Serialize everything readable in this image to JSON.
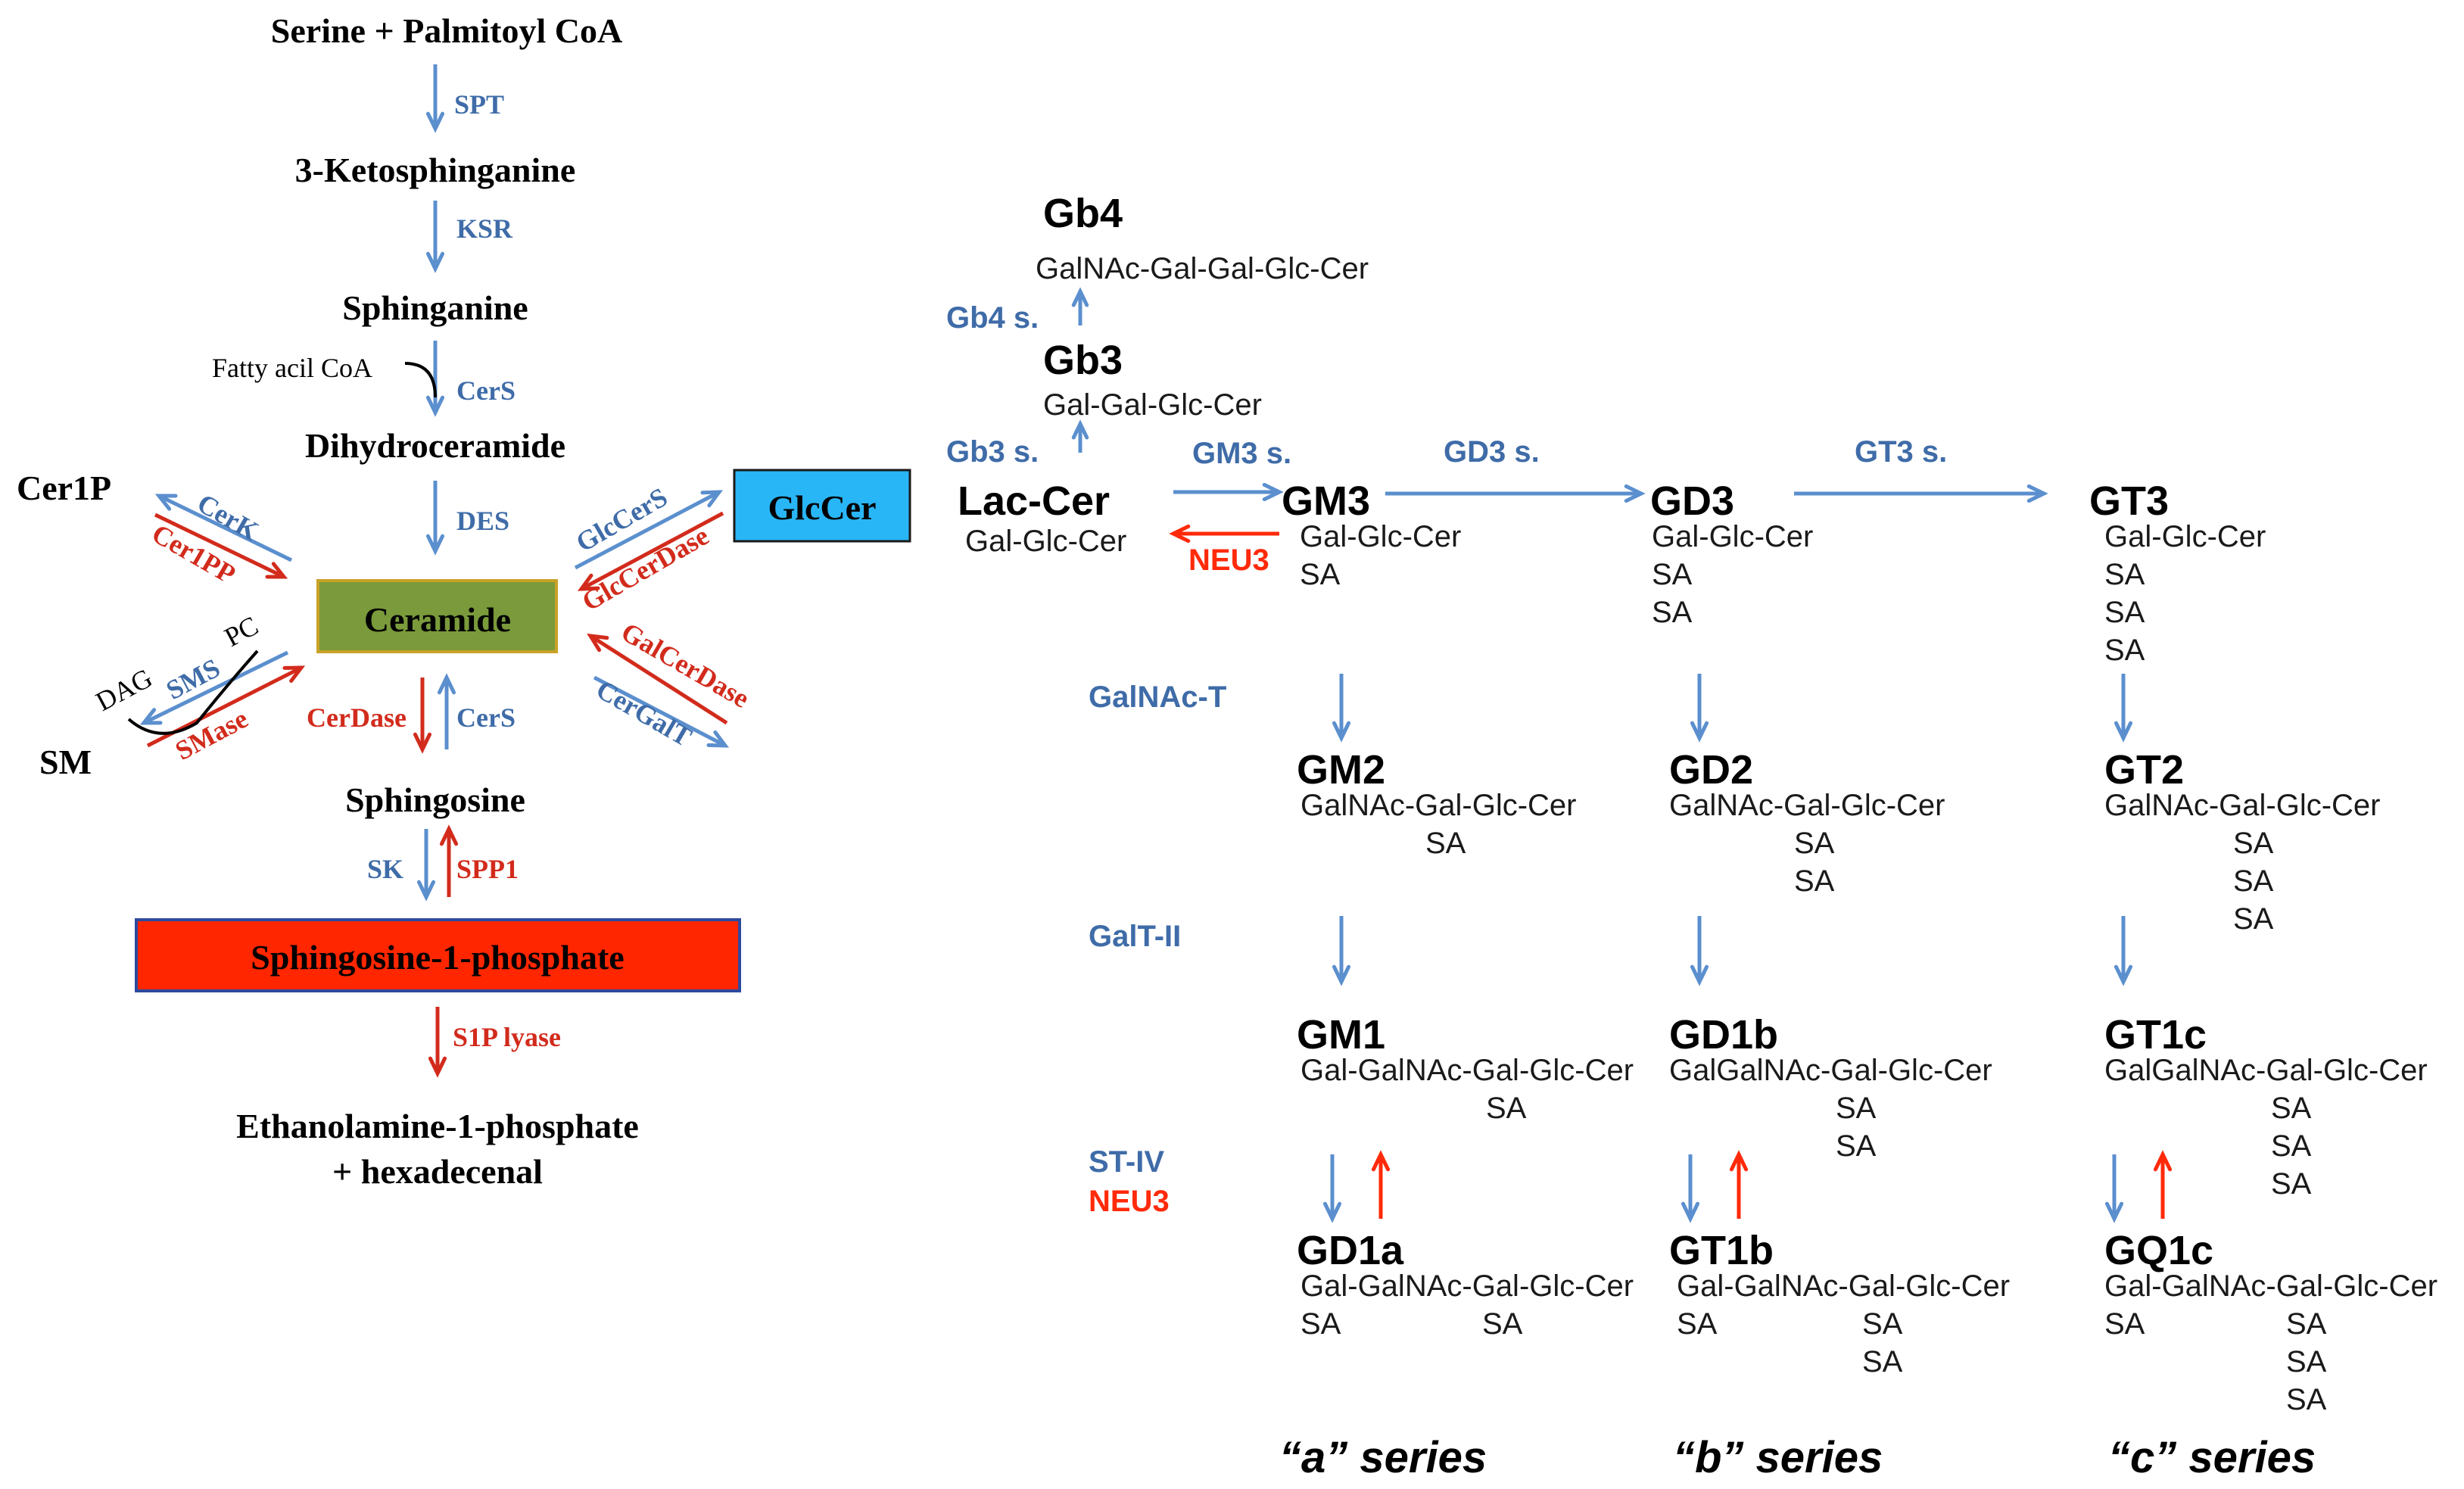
{
  "colors": {
    "pathway_blue": "#5b8fce",
    "enzyme_blue": "#3f6ca8",
    "enzyme_red": "#d22b1c",
    "neu3_red": "#ff2a0a",
    "ceramide_box": "#7a9a3b",
    "glccer_box": "#29b6f6",
    "s1p_box": "#ff2600"
  },
  "left_pathway": {
    "serine_palmitoyl": "Serine + Palmitoyl CoA",
    "spt": "SPT",
    "ketosphinganine": "3-Ketosphinganine",
    "ksr": "KSR",
    "sphinganine": "Sphinganine",
    "fatty_acyl": "Fatty acil CoA",
    "cers_top": "CerS",
    "dihydroceramide": "Dihydroceramide",
    "des": "DES",
    "ceramide": "Ceramide",
    "cer1p": "Cer1P",
    "cerk": "CerK",
    "cer1pp": "Cer1PP",
    "sm": "SM",
    "dag": "DAG",
    "pc": "PC",
    "sms": "SMS",
    "smase": "SMase",
    "cerdase": "CerDase",
    "cers_bottom": "CerS",
    "sphingosine": "Sphingosine",
    "sk": "SK",
    "spp1": "SPP1",
    "s1p": "Sphingosine-1-phosphate",
    "s1p_lyase": "S1P  lyase",
    "ethanolamine": "Ethanolamine-1-phosphate",
    "hexadecenal": "+ hexadecenal",
    "glccers": "GlcCerS",
    "glccerdase": "GlcCerDase",
    "galcerdase": "GalCerDase",
    "cergalt": "CerGalT",
    "glccer": "GlcCer"
  },
  "gb_pathway": {
    "gb4": "Gb4",
    "gb4_struct": "GalNAc-Gal-Gal-Glc-Cer",
    "gb4s": "Gb4 s.",
    "gb3": "Gb3",
    "gb3_struct": "Gal-Gal-Glc-Cer",
    "gb3s": "Gb3 s.",
    "laccer": "Lac-Cer",
    "laccer_struct": "Gal-Glc-Cer"
  },
  "enzymes": {
    "gm3s": "GM3 s.",
    "gd3s": "GD3 s.",
    "gt3s": "GT3 s.",
    "neu3_top": "NEU3",
    "galnac_t": "GalNAc-T",
    "galt_ii": "GalT-II",
    "st_iv": "ST-IV",
    "neu3_bottom": "NEU3"
  },
  "gangliosides": {
    "gm3": {
      "name": "GM3",
      "lines": [
        "Gal-Glc-Cer",
        "SA"
      ]
    },
    "gd3": {
      "name": "GD3",
      "lines": [
        "Gal-Glc-Cer",
        "SA",
        "SA"
      ]
    },
    "gt3": {
      "name": "GT3",
      "lines": [
        "Gal-Glc-Cer",
        "SA",
        "SA",
        "SA"
      ]
    },
    "gm2": {
      "name": "GM2",
      "lines": [
        "GalNAc-Gal-Glc-Cer",
        "SA"
      ]
    },
    "gd2": {
      "name": "GD2",
      "lines": [
        "GalNAc-Gal-Glc-Cer",
        "SA",
        "SA"
      ]
    },
    "gt2": {
      "name": "GT2",
      "lines": [
        "GalNAc-Gal-Glc-Cer",
        "SA",
        "SA",
        "SA"
      ]
    },
    "gm1": {
      "name": "GM1",
      "lines": [
        "Gal-GalNAc-Gal-Glc-Cer",
        "SA"
      ]
    },
    "gd1b": {
      "name": "GD1b",
      "lines": [
        "GalGalNAc-Gal-Glc-Cer",
        "SA",
        "SA"
      ]
    },
    "gt1c": {
      "name": "GT1c",
      "lines": [
        "GalGalNAc-Gal-Glc-Cer",
        "SA",
        "SA",
        "SA"
      ]
    },
    "gd1a": {
      "name": "GD1a",
      "lines": [
        "Gal-GalNAc-Gal-Glc-Cer",
        "SA",
        "SA"
      ]
    },
    "gt1b": {
      "name": "GT1b",
      "lines": [
        "Gal-GalNAc-Gal-Glc-Cer",
        "SA",
        "SA",
        "SA"
      ]
    },
    "gq1c": {
      "name": "GQ1c",
      "lines": [
        "Gal-GalNAc-Gal-Glc-Cer",
        "SA",
        "SA",
        "SA",
        "SA"
      ]
    }
  },
  "series": {
    "a": "“a” series",
    "b": "“b” series",
    "c": "“c” series"
  }
}
